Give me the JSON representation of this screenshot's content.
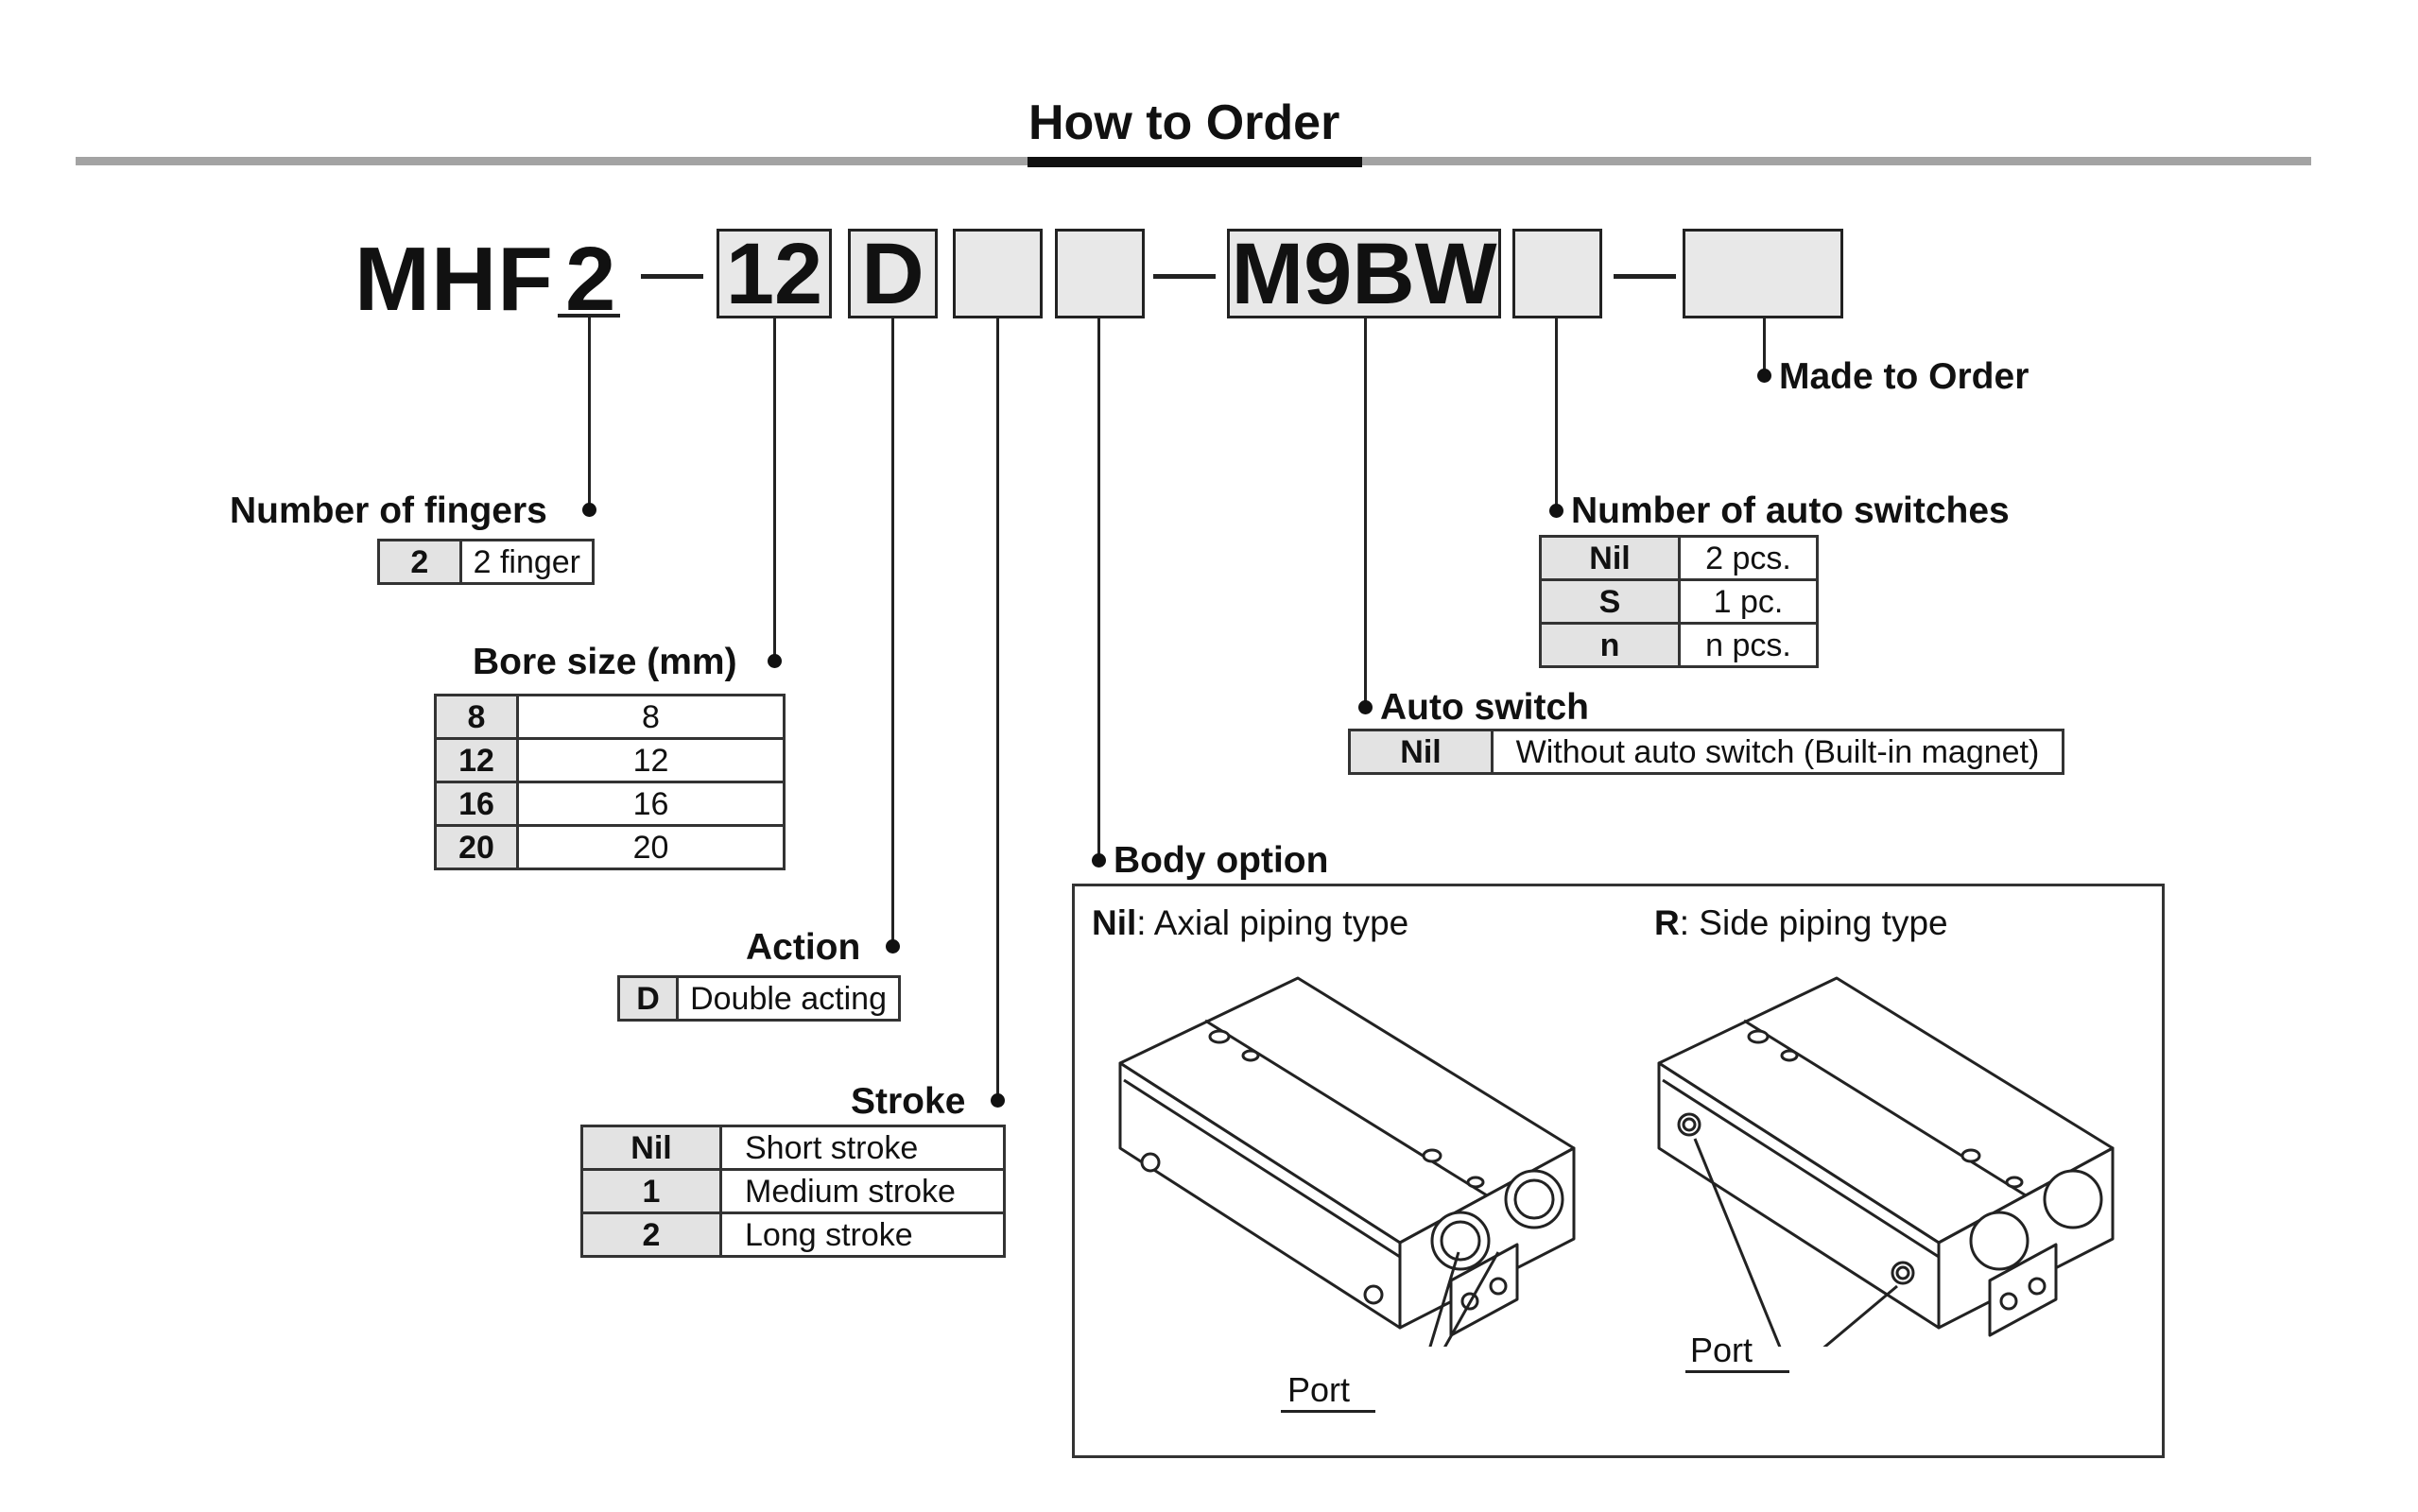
{
  "title": "How to Order",
  "model": {
    "prefix": "MHF",
    "fingers_code": "2",
    "bore_code": "12",
    "action_code": "D",
    "switch_code": "M9BW",
    "dash": "–"
  },
  "sections": {
    "fingers": {
      "label": "Number of fingers",
      "rows": [
        {
          "code": "2",
          "desc": "2 finger"
        }
      ]
    },
    "bore": {
      "label": "Bore size (mm)",
      "rows": [
        {
          "code": "8",
          "desc": "8"
        },
        {
          "code": "12",
          "desc": "12"
        },
        {
          "code": "16",
          "desc": "16"
        },
        {
          "code": "20",
          "desc": "20"
        }
      ]
    },
    "action": {
      "label": "Action",
      "rows": [
        {
          "code": "D",
          "desc": "Double acting"
        }
      ]
    },
    "stroke": {
      "label": "Stroke",
      "rows": [
        {
          "code": "Nil",
          "desc": "Short stroke"
        },
        {
          "code": "1",
          "desc": "Medium stroke"
        },
        {
          "code": "2",
          "desc": "Long stroke"
        }
      ]
    },
    "body_option": {
      "label": "Body option",
      "axial": {
        "code": "Nil",
        "text": ": Axial piping type",
        "port": "Port"
      },
      "side": {
        "code": "R",
        "text": ": Side piping type",
        "port": "Port"
      }
    },
    "auto_switch": {
      "label": "Auto switch",
      "rows": [
        {
          "code": "Nil",
          "desc": "Without auto switch (Built-in magnet)"
        }
      ]
    },
    "num_switches": {
      "label": "Number of auto switches",
      "rows": [
        {
          "code": "Nil",
          "desc": "2 pcs."
        },
        {
          "code": "S",
          "desc": "1 pc."
        },
        {
          "code": "n",
          "desc": "n pcs."
        }
      ]
    },
    "made_to_order": {
      "label": "Made to Order"
    }
  },
  "colors": {
    "box_fill": "#e8e8e8",
    "rule_gray": "#a3a3a3",
    "ink": "#111111"
  }
}
